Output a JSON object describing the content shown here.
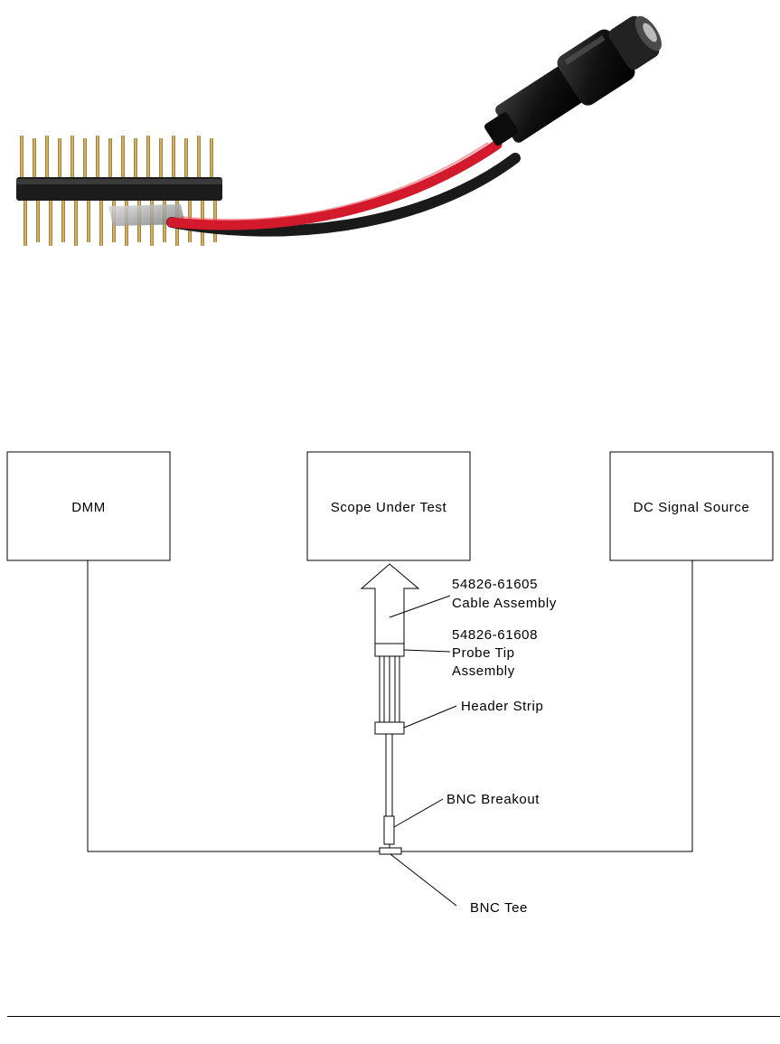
{
  "photo": {
    "subject": "bnc-breakout-adapter-with-header-strip",
    "colors": {
      "red_wire": "#d21a2c",
      "black_wire": "#1a1a1a",
      "pins": "#c9a04a",
      "connector_body": "#151515"
    }
  },
  "diagram": {
    "boxes": {
      "dmm": "DMM",
      "scope": "Scope Under Test",
      "source": "DC Signal Source"
    },
    "callouts": {
      "cable_part": "54826-61605",
      "cable_name": "Cable Assembly",
      "probe_part": "54826-61608",
      "probe_name1": "Probe Tip",
      "probe_name2": "Assembly",
      "header_strip": "Header Strip",
      "bnc_breakout": "BNC Breakout",
      "bnc_tee": "BNC Tee"
    }
  }
}
